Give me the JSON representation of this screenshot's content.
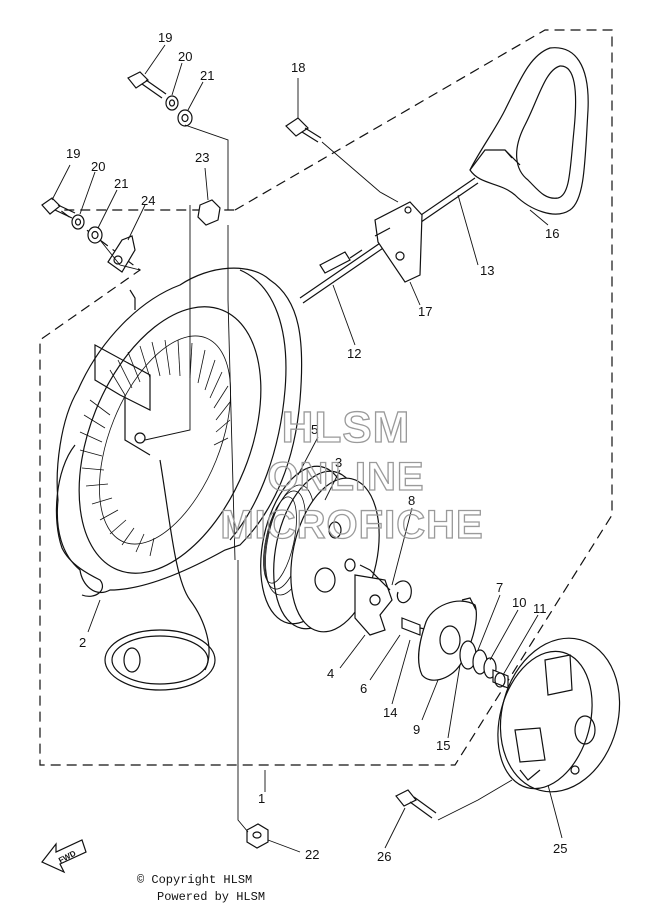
{
  "watermark": {
    "line1": "HLSM",
    "line2": "ONLINE",
    "line3": "MICROFICHE"
  },
  "copyright": {
    "line1": "© Copyright HLSM",
    "line2": "Powered by HLSM"
  },
  "fwd_label": "FWD",
  "part_labels": {
    "p1": "1",
    "p2": "2",
    "p3": "3",
    "p4": "4",
    "p5": "5",
    "p6": "6",
    "p7": "7",
    "p8": "8",
    "p9": "9",
    "p10": "10",
    "p11": "11",
    "p12": "12",
    "p13": "13",
    "p14": "14",
    "p15": "15",
    "p16": "16",
    "p17": "17",
    "p18": "18",
    "p19a": "19",
    "p20a": "20",
    "p21a": "21",
    "p19b": "19",
    "p20b": "20",
    "p21b": "21",
    "p22": "22",
    "p23": "23",
    "p24": "24",
    "p25": "25",
    "p26": "26"
  }
}
